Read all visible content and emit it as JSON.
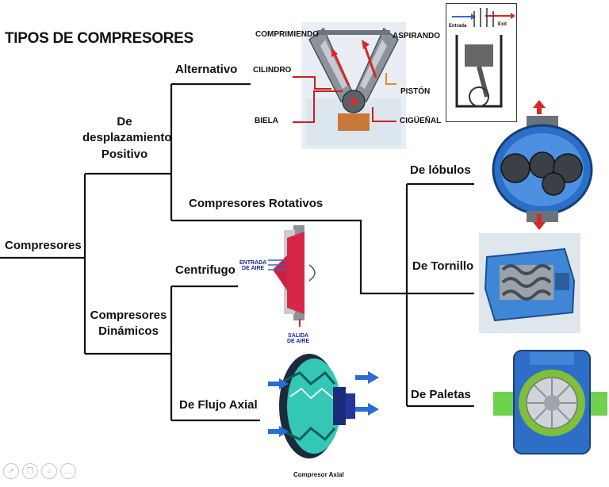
{
  "title": "TIPOS DE COMPRESORES",
  "nodes": {
    "root": "Compresores",
    "desplazamiento": "De\ndesplazamiento\nPositivo",
    "dinamicos": "Compresores\nDinámicos",
    "alternativo": "Alternativo",
    "rotativos": "Compresores Rotativos",
    "centrifugo": "Centrifugo",
    "flujo_axial": "De Flujo Axial",
    "lobulos": "De lóbulos",
    "tornillo": "De Tornillo",
    "paletas": "De Paletas"
  },
  "engine_labels": {
    "comprimiendo": "COMPRIMIENDO",
    "aspirando": "ASPIRANDO",
    "cilindro": "CILINDRO",
    "piston": "PISTÓN",
    "biela": "BIELA",
    "ciguenal": "CIGÜEÑAL"
  },
  "schematic_labels": {
    "entrada": "Entrada",
    "exit": "Exit"
  },
  "centrifugal_labels": {
    "entrada_aire": "ENTRADA\nDE AIRE",
    "salida_aire": "SALIDA\nDE AIRE"
  },
  "axial_caption": "Compresor Axial",
  "toolbar_icons": [
    "arrow-icon",
    "copy-icon",
    "zoom-icon",
    "more-icon"
  ],
  "colors": {
    "line": "#111111",
    "arrow_red": "#d62828",
    "arrow_blue": "#2b6cd4",
    "teal": "#2bb5a6"
  }
}
